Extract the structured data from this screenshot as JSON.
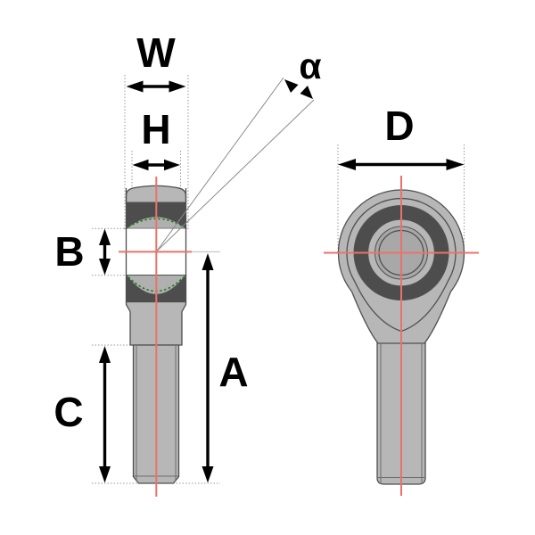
{
  "diagram": {
    "labels": {
      "w": "W",
      "h": "H",
      "b": "B",
      "c": "C",
      "a": "A",
      "d": "D",
      "alpha": "α"
    },
    "colors": {
      "background": "#ffffff",
      "body": "#b7b7b7",
      "ball": "#b0b0b0",
      "dark_ring": "#4d4d4d",
      "mid_ring": "#a8a8a8",
      "bore": "#ffffff",
      "outline": "#4f4f4f",
      "centerline": "#e8736b",
      "extension": "#9a9a9a",
      "green_seal": "#1e7d1e",
      "dimension": "#000000"
    }
  }
}
